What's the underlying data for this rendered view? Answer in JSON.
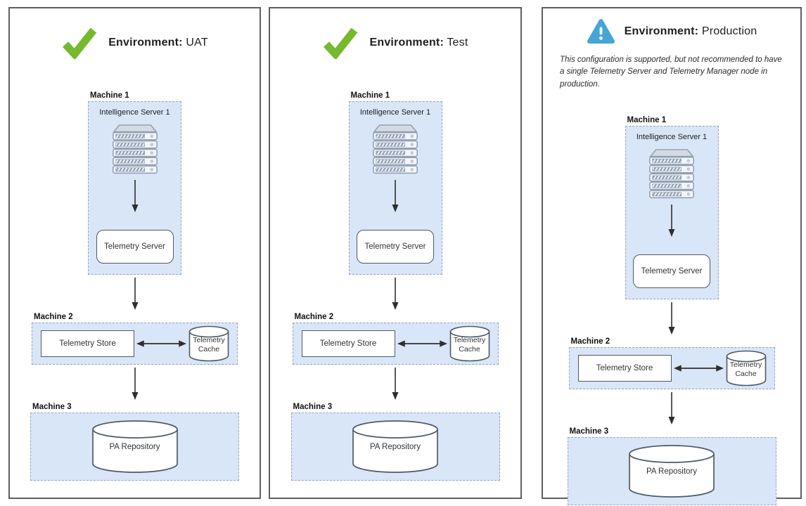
{
  "colors": {
    "check_green": "#76b82e",
    "warning_blue": "#45a6d6",
    "machine_fill": "#d8e6f7",
    "panel_border": "#5f5f5f"
  },
  "panels": [
    {
      "name": "uat",
      "status_icon": "check-icon",
      "title_label": "Environment:",
      "title_value": "UAT",
      "machine1": {
        "label": "Machine 1",
        "server": "Intelligence Server 1",
        "component": "Telemetry Server"
      },
      "machine2": {
        "label": "Machine 2",
        "store": "Telemetry Store",
        "cache": "Telemetry Cache"
      },
      "machine3": {
        "label": "Machine 3",
        "repository": "PA Repository"
      }
    },
    {
      "name": "test",
      "status_icon": "check-icon",
      "title_label": "Environment:",
      "title_value": "Test",
      "machine1": {
        "label": "Machine 1",
        "server": "Intelligence Server 1",
        "component": "Telemetry Server"
      },
      "machine2": {
        "label": "Machine 2",
        "store": "Telemetry Store",
        "cache": "Telemetry Cache"
      },
      "machine3": {
        "label": "Machine 3",
        "repository": "PA Repository"
      }
    },
    {
      "name": "production",
      "status_icon": "warning-icon",
      "title_label": "Environment:",
      "title_value": "Production",
      "note": "This configuration is supported, but not recommended to have a single Telemetry Server and Telemetry Manager node in production.",
      "machine1": {
        "label": "Machine 1",
        "server": "Intelligence Server 1",
        "component": "Telemetry Server"
      },
      "machine2": {
        "label": "Machine 2",
        "store": "Telemetry Store",
        "cache": "Telemetry Cache"
      },
      "machine3": {
        "label": "Machine 3",
        "repository": "PA Repository"
      }
    }
  ]
}
